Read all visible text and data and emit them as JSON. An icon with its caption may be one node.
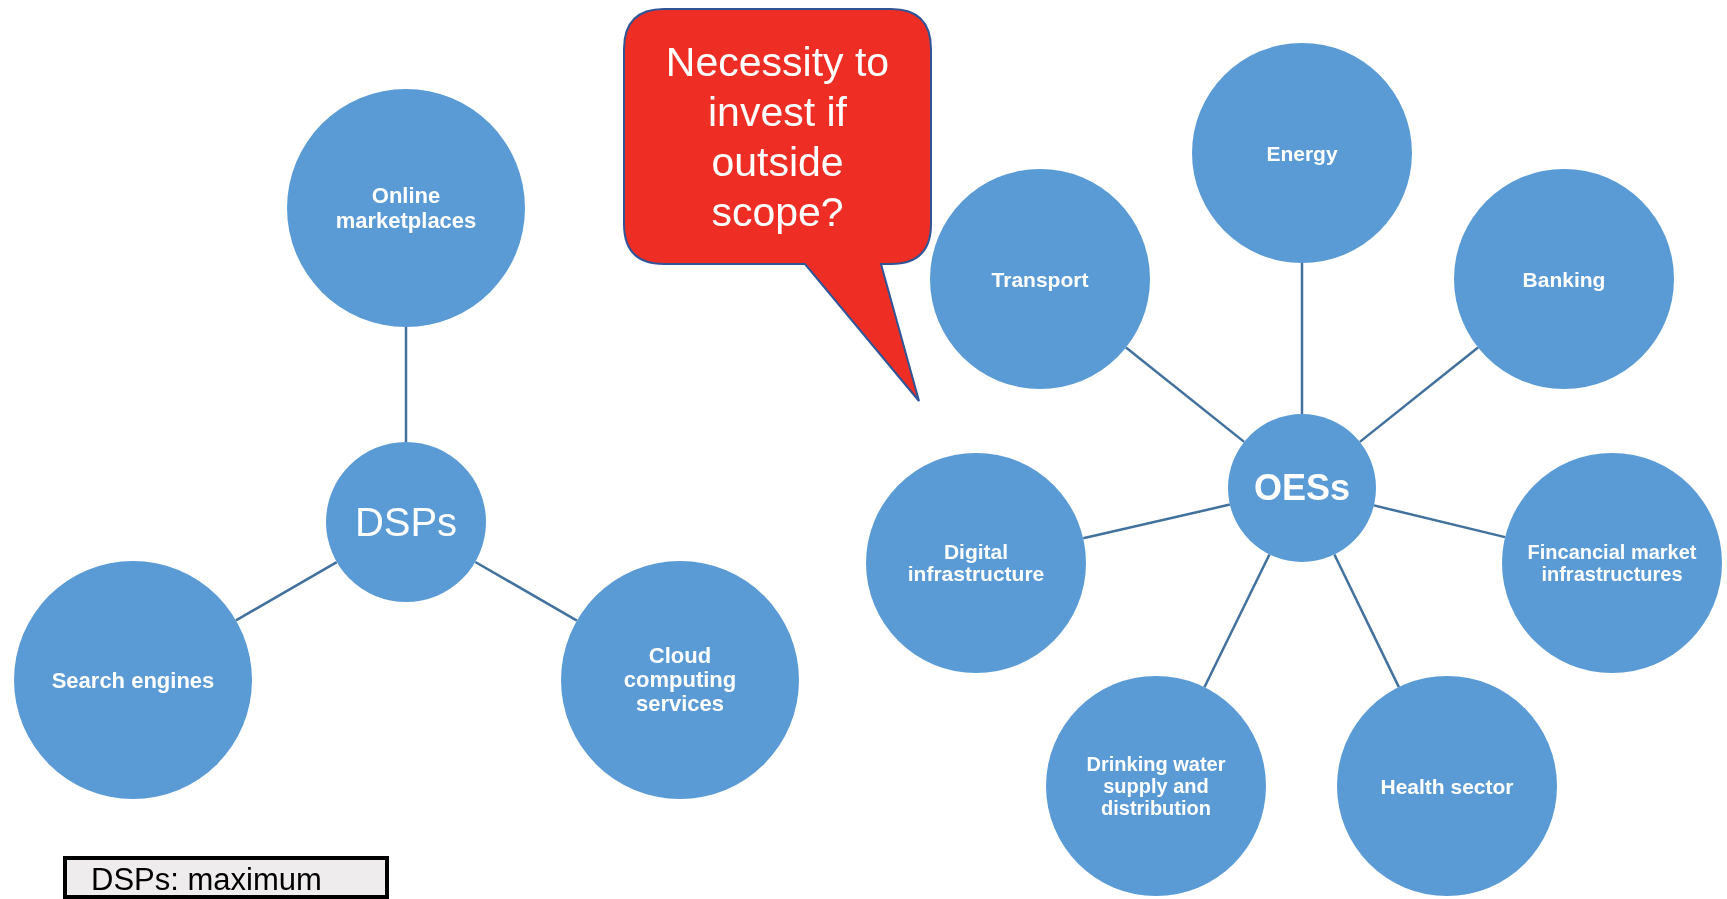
{
  "diagram": {
    "nodes": [
      {
        "text": [
          "DSPs"
        ]
      },
      {
        "text": [
          "Online marketplaces"
        ]
      },
      {
        "text": [
          "Search engines"
        ]
      },
      {
        "text": [
          "Cloud computing services"
        ]
      },
      {
        "text": [
          "Necessity to invest if outside scope?"
        ]
      },
      {
        "text": [
          "OESs"
        ]
      },
      {
        "text": [
          "Energy"
        ]
      },
      {
        "text": [
          "Transport"
        ]
      },
      {
        "text": [
          "Banking"
        ]
      },
      {
        "text": [
          "Digital infrastructure"
        ]
      },
      {
        "text": [
          "Fincancial market infrastructures"
        ]
      },
      {
        "text": [
          "Drinking water supply and distribution"
        ]
      },
      {
        "text": [
          "Health sector"
        ]
      },
      {
        "text": [
          "DSPs: maximum"
        ]
      }
    ],
    "edges": [
      {
        "from": 0,
        "to": 1,
        "arrow": "none"
      },
      {
        "from": 0,
        "to": 2,
        "arrow": "none"
      },
      {
        "from": 0,
        "to": 3,
        "arrow": "none"
      },
      {
        "from": 5,
        "to": 6,
        "arrow": "none"
      },
      {
        "from": 5,
        "to": 7,
        "arrow": "none"
      },
      {
        "from": 5,
        "to": 8,
        "arrow": "none"
      },
      {
        "from": 5,
        "to": 9,
        "arrow": "none"
      },
      {
        "from": 5,
        "to": 10,
        "arrow": "none"
      },
      {
        "from": 5,
        "to": 11,
        "arrow": "none"
      },
      {
        "from": 5,
        "to": 12,
        "arrow": "none"
      }
    ]
  }
}
